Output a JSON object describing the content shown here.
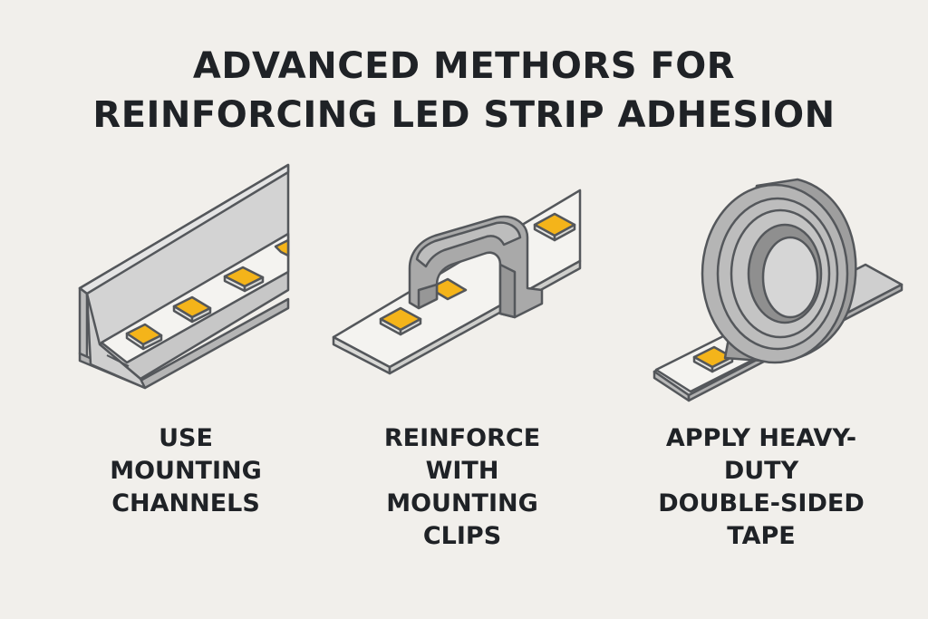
{
  "title": {
    "line1": "ADVANCED METHORS FOR",
    "line2": "REINFORCING LED STRIP ADHESION"
  },
  "methods": [
    {
      "icon": "mounting-channel-icon",
      "lines": [
        "USE",
        "MOUNTING",
        "CHANNELS"
      ]
    },
    {
      "icon": "mounting-clip-icon",
      "lines": [
        "REINFORCE",
        "WITH",
        "MOUNTING",
        "CLIPS"
      ]
    },
    {
      "icon": "double-sided-tape-icon",
      "lines": [
        "APPLY HEAVY-",
        "DUTY",
        "DOUBLE-SIDED",
        "TAPE"
      ]
    }
  ],
  "colors": {
    "background": "#f1efeb",
    "text": "#1f2226",
    "led_chip": "#f4b41a",
    "strip": "#f4f3f0",
    "metal": "#d3d3d3",
    "outline": "#54575b"
  }
}
